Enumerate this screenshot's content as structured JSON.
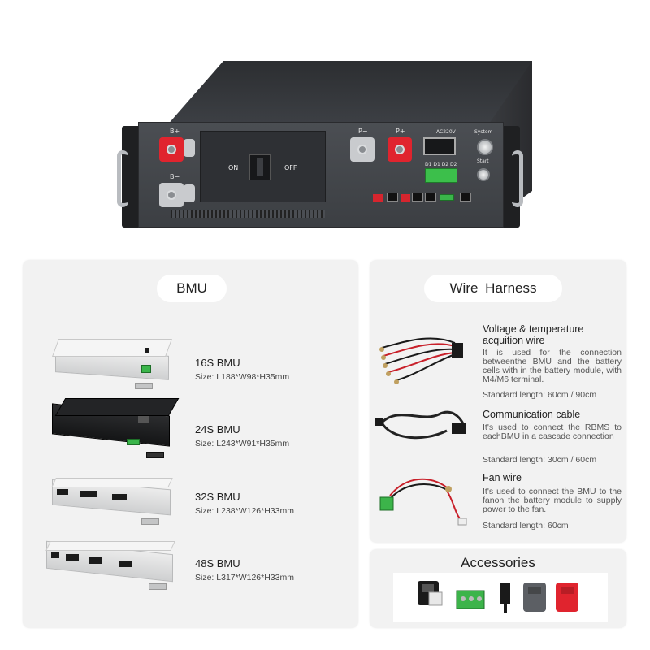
{
  "device": {
    "labels": {
      "b_plus": "B+",
      "b_minus": "B−",
      "p_minus": "P−",
      "p_plus": "P+",
      "on": "ON",
      "off": "OFF",
      "ac": "AC220V",
      "system": "System",
      "start": "Start",
      "leds": "D1 D1 D2 D2"
    }
  },
  "bmu_section": {
    "title": "BMU",
    "items": [
      {
        "name": "16S BMU",
        "size": "Size: L188*W98*H35mm"
      },
      {
        "name": "24S BMU",
        "size": "Size:  L243*W91*H35mm"
      },
      {
        "name": "32S BMU",
        "size": "Size: L238*W126*H33mm"
      },
      {
        "name": "48S BMU",
        "size": "Size: L317*W126*H33mm"
      }
    ]
  },
  "wire_section": {
    "title": "Wire  Harness",
    "items": [
      {
        "title": "Voltage & temperature acquition wire",
        "title_line1": "Voltage & temperature",
        "title_line2": "acquition wire",
        "desc": "It is used for the connection betweenthe BMU and the battery cells with in the battery module, with M4/M6 terminal.",
        "length": "Standard length: 60cm / 90cm"
      },
      {
        "title": "Communication cable",
        "desc": "It's used to connect the RBMS to eachBMU in a cascade connection",
        "length": "Standard length: 30cm / 60cm"
      },
      {
        "title": "Fan wire",
        "desc": "It's used to connect the BMU to the fanon the battery module to supply power to the fan.",
        "length": "Standard length: 60cm"
      }
    ]
  },
  "accessories": {
    "title": "Accessories",
    "icons": [
      "black-connector-icon",
      "green-terminal-icon",
      "black-plug-icon",
      "grey-terminal-cover-icon",
      "red-terminal-cover-icon"
    ],
    "colors": {
      "red": "#e0242e",
      "green": "#3cb44a",
      "grey": "#5c5f64",
      "black": "#1a1a1a"
    }
  }
}
